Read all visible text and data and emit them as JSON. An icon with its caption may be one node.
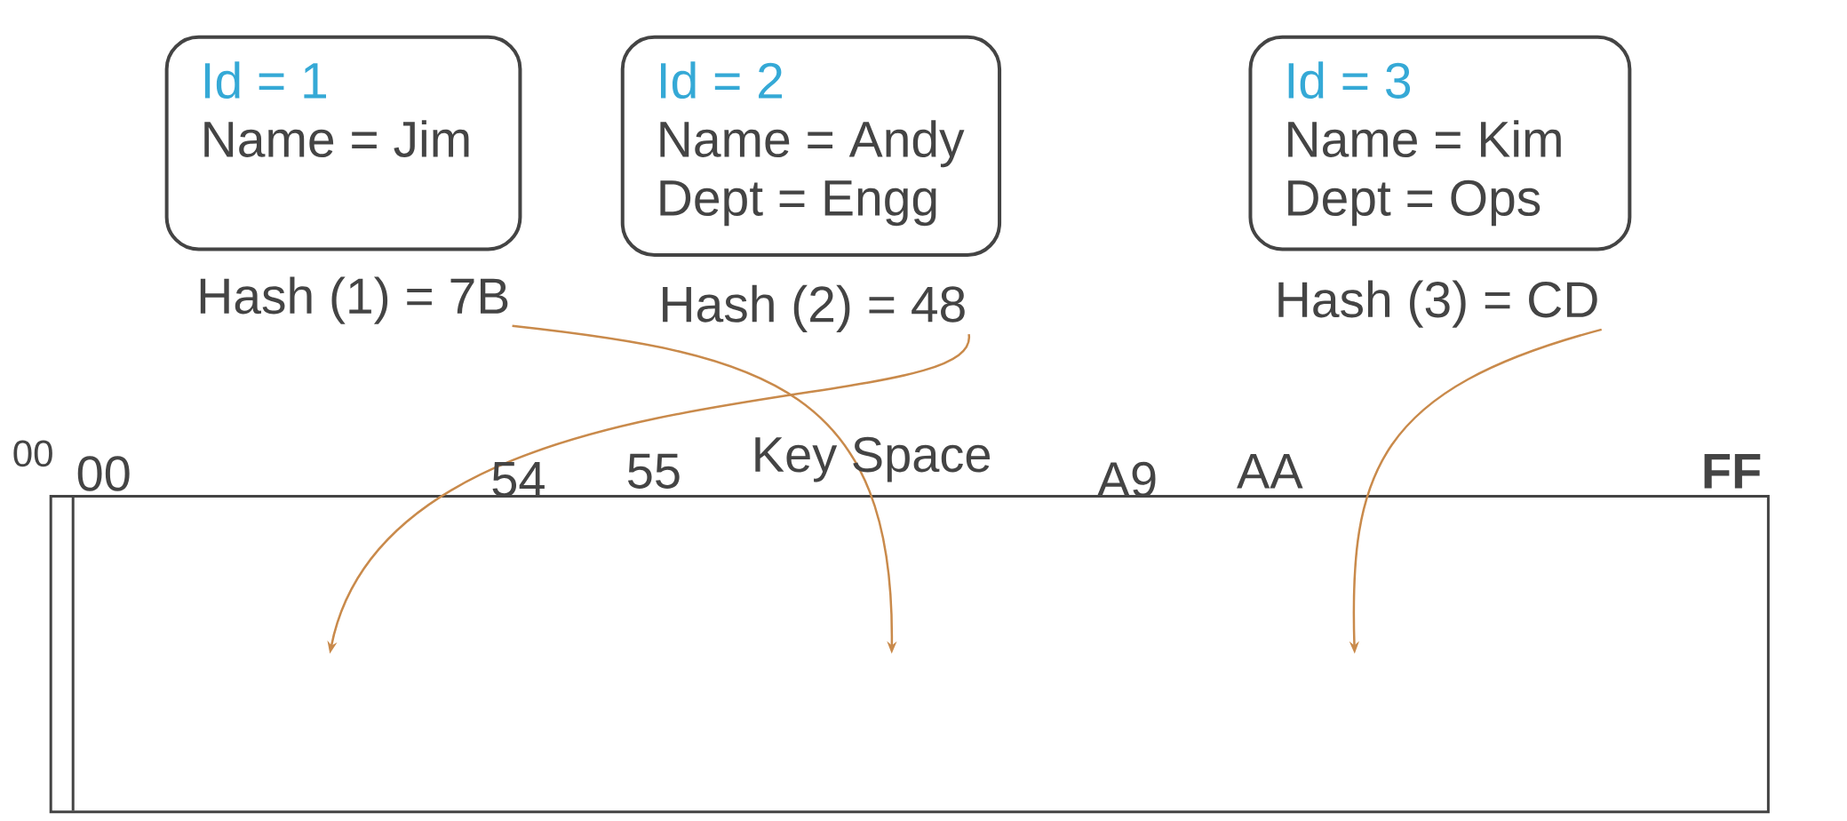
{
  "diagram": {
    "nodes": [
      {
        "text": [
          "Id = 1",
          "Name = Jim"
        ]
      },
      {
        "text": [
          "Id = 2",
          "Name = Andy",
          "Dept = Engg"
        ]
      },
      {
        "text": [
          "Id = 3",
          "Name = Kim",
          "Dept = Ops"
        ]
      },
      {
        "text": [
          "Hash (1) =  7B"
        ]
      },
      {
        "text": [
          "Hash (2) = 48"
        ]
      },
      {
        "text": [
          "Hash (3) = CD"
        ]
      },
      {
        "text": [],
        "shape": "box",
        "beside": [
          "00",
          "00",
          "54",
          "55",
          "Key Space",
          "A9",
          "AA",
          "FF"
        ]
      }
    ],
    "edges": [
      {
        "from": 3,
        "to": 6,
        "arrow": "to"
      },
      {
        "from": 4,
        "to": 6,
        "arrow": "to"
      },
      {
        "from": 5,
        "to": 6,
        "arrow": "to"
      }
    ]
  }
}
